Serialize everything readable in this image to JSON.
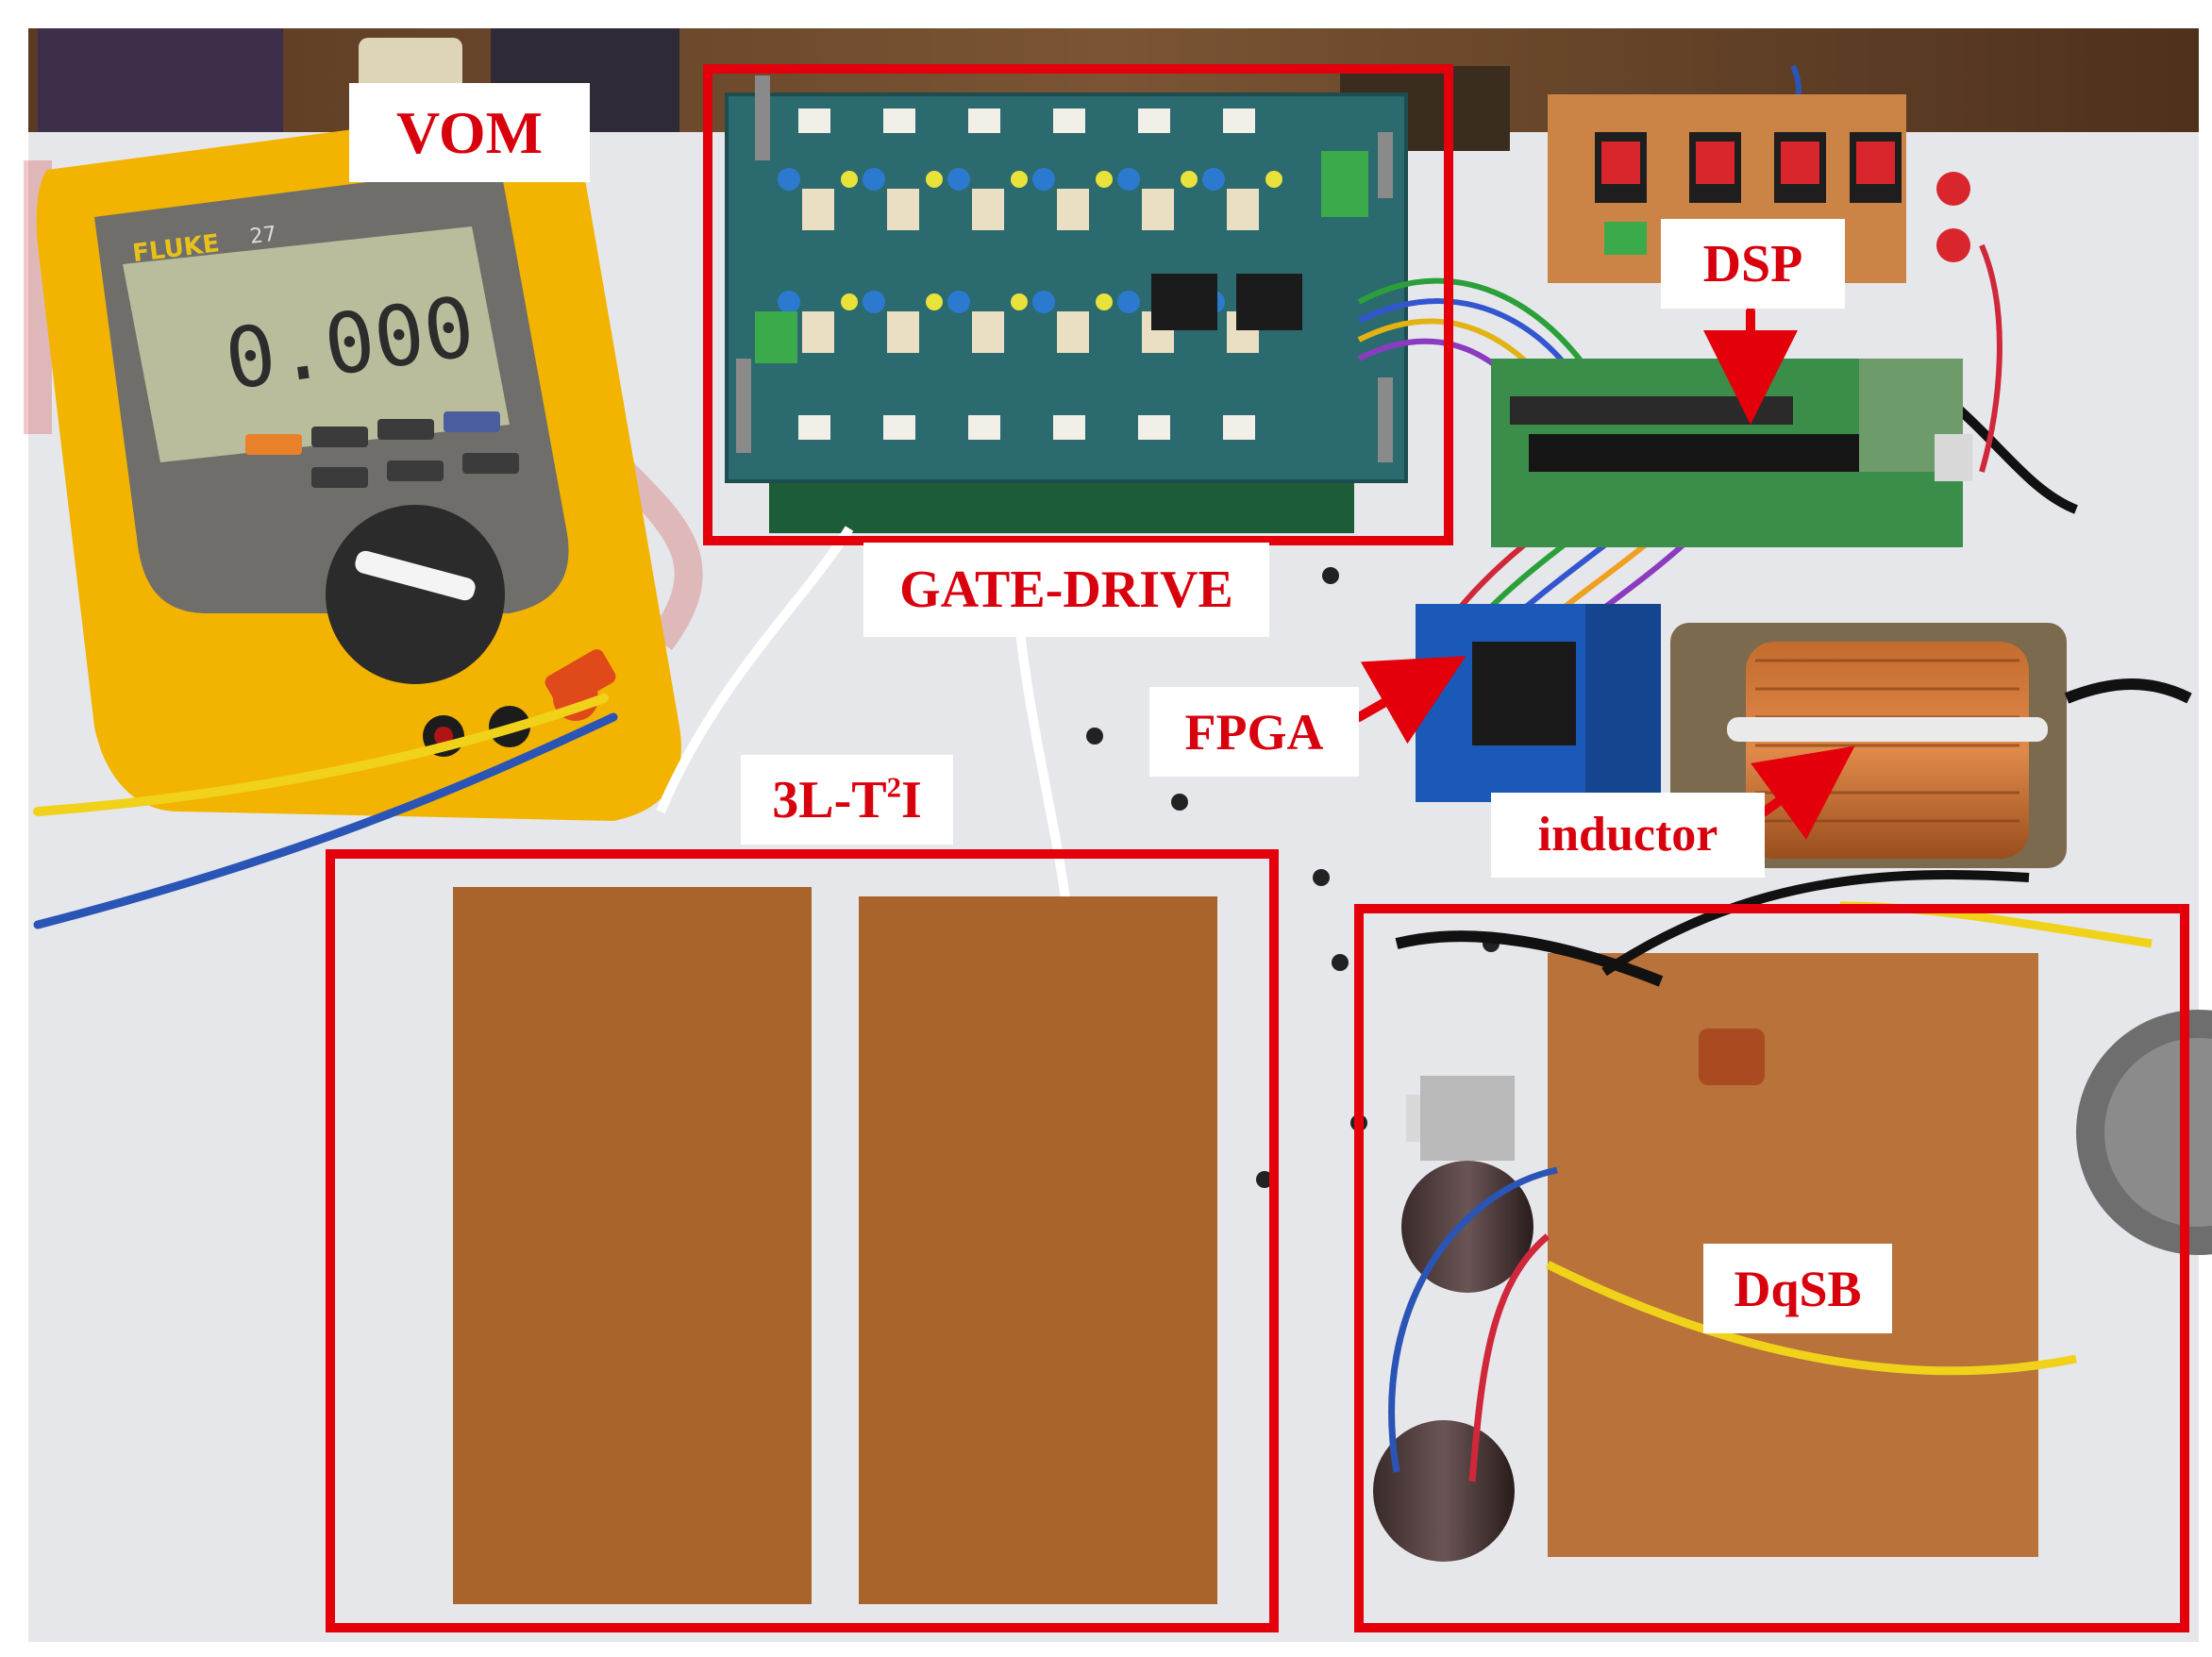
{
  "figure": {
    "labels": {
      "vom": "VOM",
      "gate_drive": "GATE-DRIVE",
      "dsp": "DSP",
      "fpga": "FPGA",
      "inductor": "inductor",
      "inverter_prefix": "3L-T",
      "inverter_sup": "2",
      "inverter_suffix": "I",
      "dqsb": "DqSB"
    },
    "meter": {
      "brand": "FLUKE",
      "model": "27",
      "reading": "0.000"
    },
    "highlight_color": "#e3000b",
    "arrow_color": "#e3000b"
  }
}
